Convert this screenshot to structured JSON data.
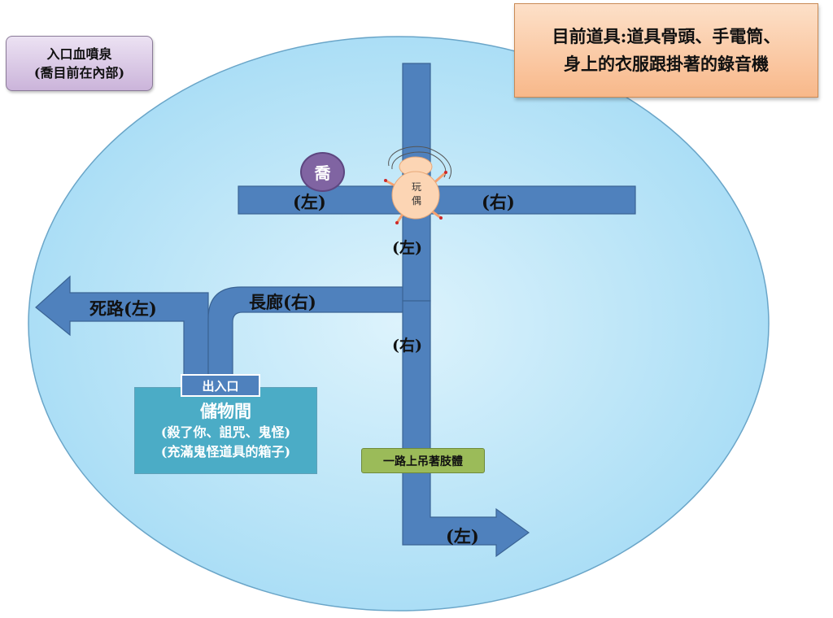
{
  "entrance": {
    "line1": "入口血噴泉",
    "line2": "(喬目前在內部)"
  },
  "current_items": {
    "line1": "目前道具:道具骨頭、手電筒、",
    "line2": "身上的衣服跟掛著的錄音機"
  },
  "qiao": "喬",
  "doll": {
    "char1": "玩",
    "char2": "偶"
  },
  "corridor_labels": {
    "top_left": "(左)",
    "top_right": "(右)",
    "vertical_upper": "(左)",
    "vertical_lower": "(右)",
    "hallway": "長廊(右)",
    "dead_end": "死路(左)",
    "bottom_left": "(左)"
  },
  "exit": "出入口",
  "storage": {
    "title": "儲物間",
    "line2": "(殺了你、詛咒、鬼怪)",
    "line3": "(充滿鬼怪道具的箱子)"
  },
  "corpse_sign": "一路上吊著肢體",
  "colors": {
    "ellipse_fill": "#b8e4f8",
    "corridor": "#4f81bd",
    "storage": "#4bacc6",
    "qiao": "#8064a2",
    "doll": "#fcd5b4",
    "corpse_sign": "#9bbb59",
    "items_box": "#fbc79b",
    "entrance_box": "#d9c6e6"
  }
}
